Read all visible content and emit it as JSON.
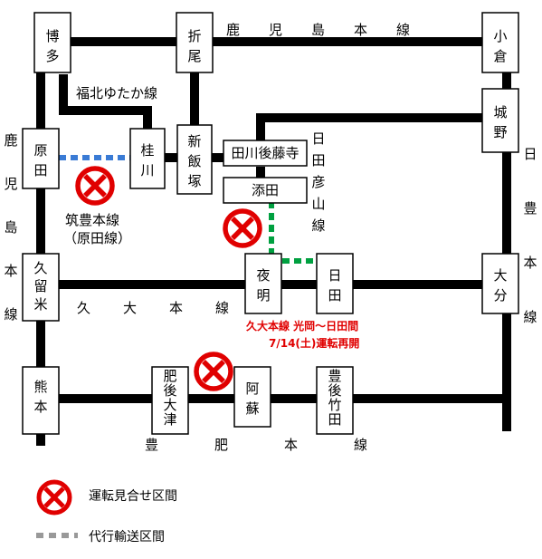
{
  "stations": {
    "hakata": "博多",
    "oriyo": "折尾",
    "kokura": "小倉",
    "jono": "城野",
    "harada": "原田",
    "keisen": "桂川",
    "shiniizuka": "新飯塚",
    "tagawagotoji": "田川後藤寺",
    "soeda": "添田",
    "kurume": "久留米",
    "yoake": "夜明",
    "hita": "日田",
    "oita": "大分",
    "kumamoto": "熊本",
    "higoozu": "肥後大津",
    "aso": "阿蘇",
    "bungotaketa": "豊後竹田"
  },
  "lines": {
    "kagoshima_top": "鹿児島本線",
    "kagoshima_left": "鹿児島本線",
    "fukuhoku": "福北ゆたか線",
    "hitahikosan": "日田彦山線",
    "nippo": "日豊本線",
    "kyudai": "久大本線",
    "hohi": "豊肥本線",
    "chikuho": "筑豊本線",
    "chikuho_sub": "（原田線）"
  },
  "notice": {
    "line1": "久大本線 光岡～日田間",
    "line2": "7/14(土)運転再開"
  },
  "legend": {
    "suspended": "運転見合せ区間",
    "substitute": "代行輸送区間"
  },
  "colors": {
    "track": "#000000",
    "suspended": "#e00000",
    "bus_blue": "#3a7bd5",
    "bus_green": "#00a040",
    "legend_bus": "#999999"
  }
}
